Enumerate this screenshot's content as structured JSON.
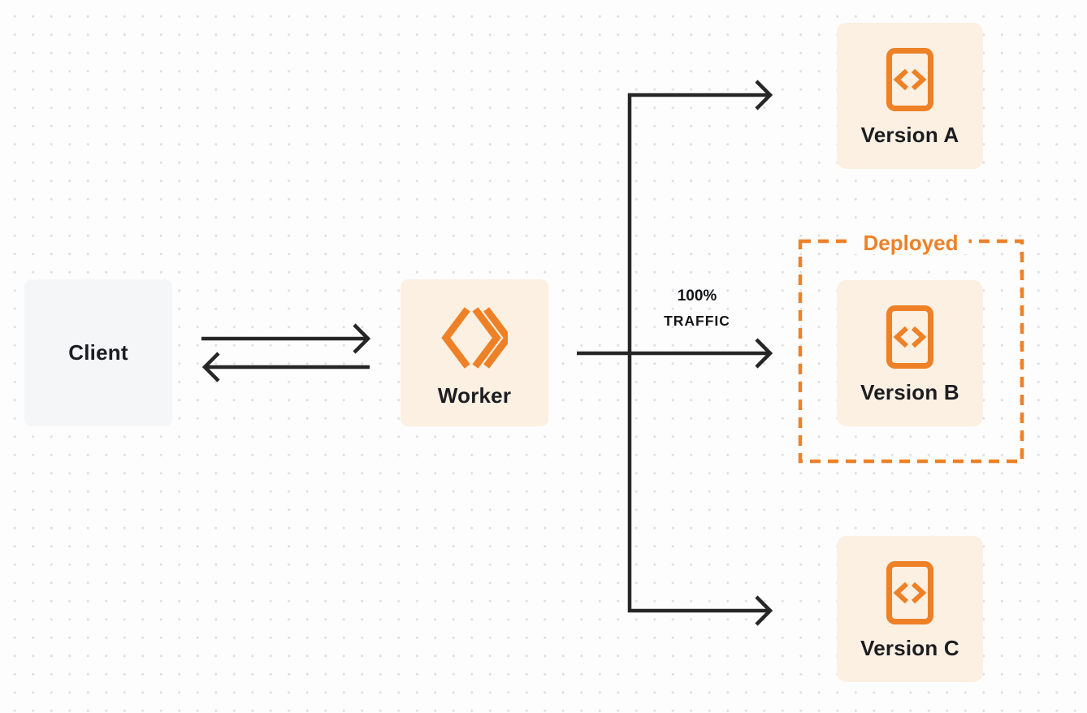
{
  "diagram": {
    "type": "worker-traffic-routing-diagram",
    "nodes": {
      "client": {
        "label": "Client"
      },
      "worker": {
        "label": "Worker"
      },
      "version_a": {
        "label": "Version A"
      },
      "version_b": {
        "label": "Version B"
      },
      "version_c": {
        "label": "Version C"
      }
    },
    "annotations": {
      "traffic_pct": "100%",
      "traffic_word": "TRAFFIC",
      "deployed": "Deployed"
    },
    "edges": [
      {
        "from": "client",
        "to": "worker",
        "direction": "bidirectional"
      },
      {
        "from": "worker",
        "to": "version_a"
      },
      {
        "from": "worker",
        "to": "version_b",
        "label": "100% TRAFFIC"
      },
      {
        "from": "worker",
        "to": "version_c"
      }
    ],
    "deployed_group_contains": [
      "version_b"
    ],
    "icons": {
      "worker": "worker-logo-icon",
      "version": "code-file-icon"
    }
  },
  "colors": {
    "page_bg": "#fdfdfd",
    "dot_color": "#e1e1e4",
    "accent_orange": "#ee8127",
    "box_cream": "#fbf0e2",
    "box_gray": "#f5f6f7",
    "arrow_black": "#262626",
    "text_dark": "#1b1d21"
  }
}
